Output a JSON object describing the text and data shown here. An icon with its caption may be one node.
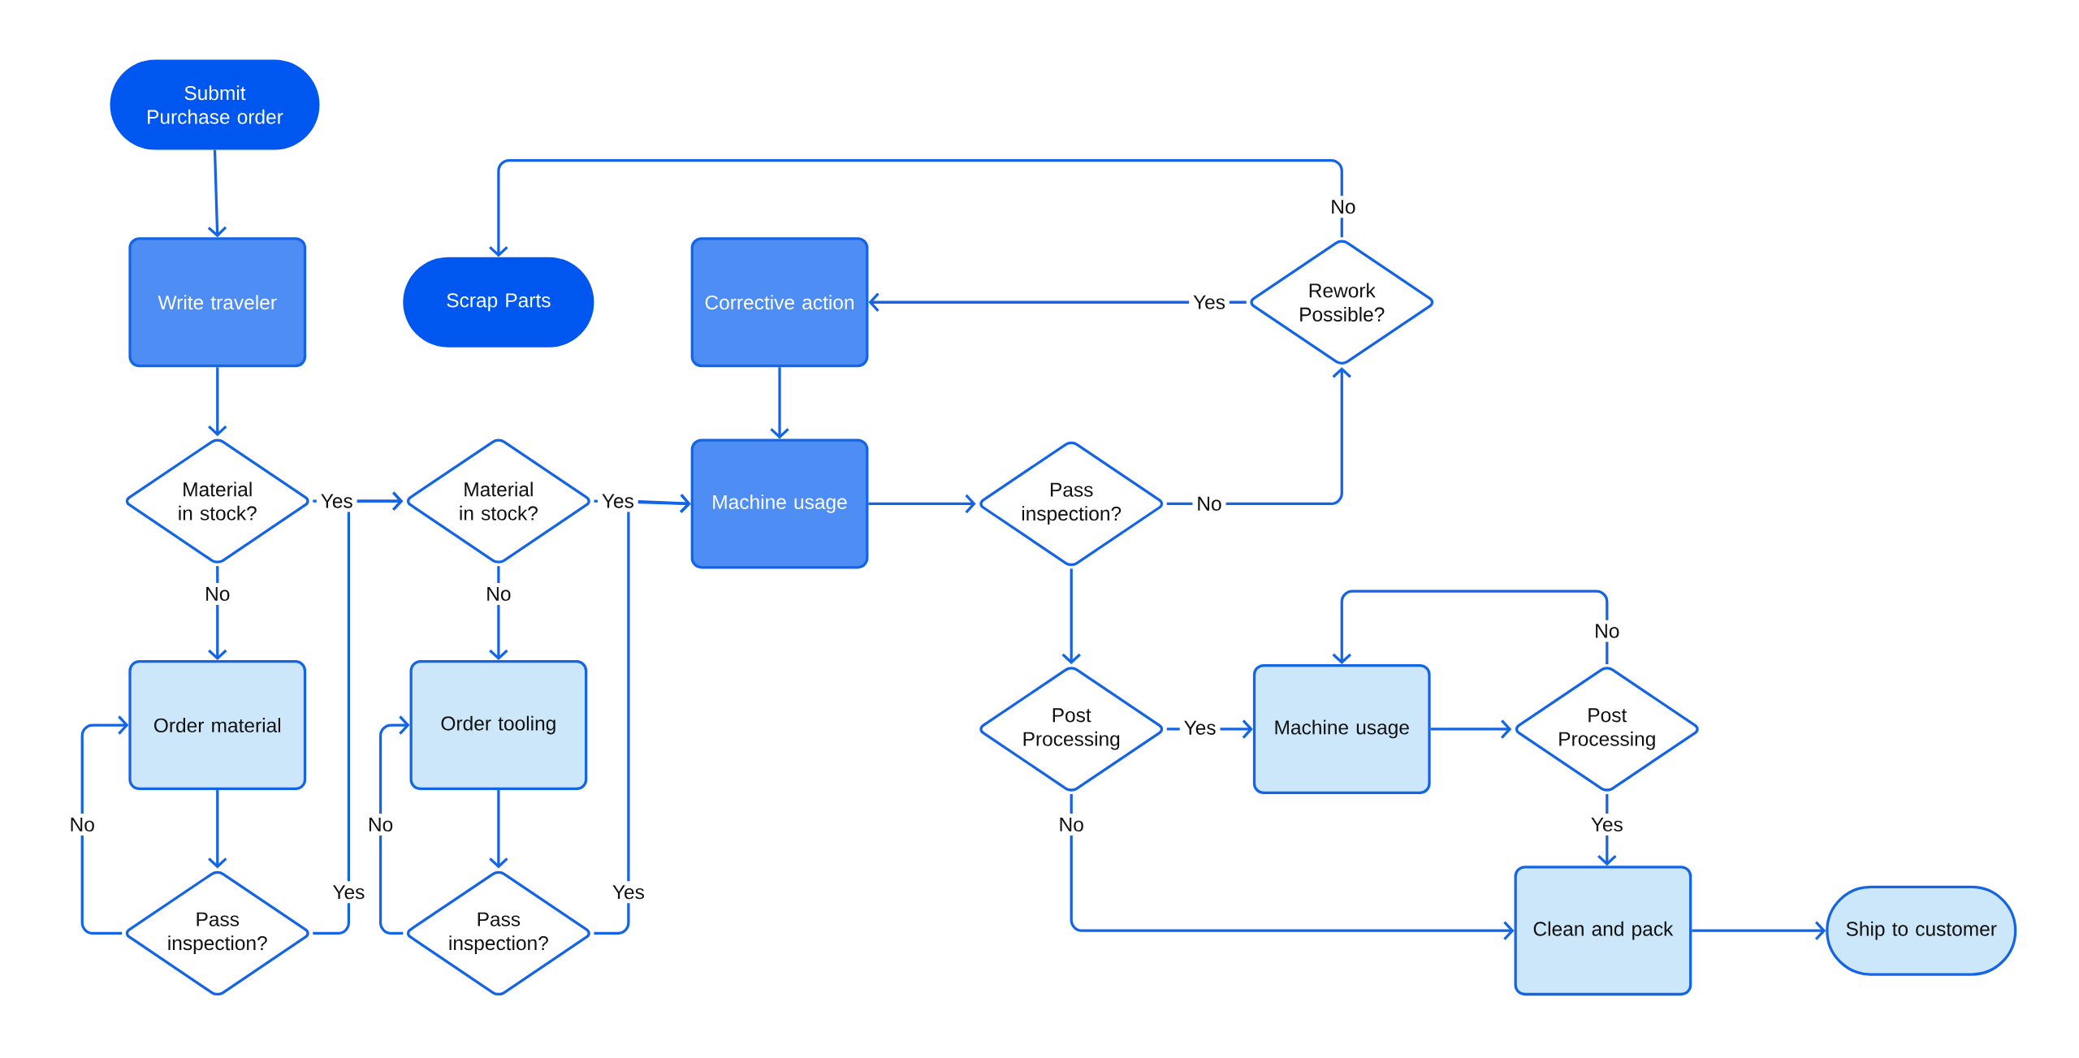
{
  "diagram": {
    "nodes": [
      {
        "text": [
          "Submit Purchase order"
        ]
      },
      {
        "text": [
          "Write traveler"
        ]
      },
      {
        "text": [
          "Scrap Parts"
        ]
      },
      {
        "text": [
          "Corrective action"
        ]
      },
      {
        "text": [
          "Rework Possible?"
        ]
      },
      {
        "text": [
          "Material in stock?"
        ]
      },
      {
        "text": [
          "Material in stock?"
        ]
      },
      {
        "text": [
          "Machine usage"
        ]
      },
      {
        "text": [
          "Pass inspection?"
        ]
      },
      {
        "text": [
          "Order material"
        ]
      },
      {
        "text": [
          "Order tooling"
        ]
      },
      {
        "text": [
          "Post Processing"
        ]
      },
      {
        "text": [
          "Machine usage"
        ]
      },
      {
        "text": [
          "Post Processing"
        ]
      },
      {
        "text": [
          "Pass inspection?"
        ]
      },
      {
        "text": [
          "Pass inspection?"
        ]
      },
      {
        "text": [
          "Clean and pack"
        ]
      },
      {
        "text": [
          "Ship to customer"
        ]
      }
    ],
    "edges": [
      {
        "from": 0,
        "to": 1,
        "arrow": "to"
      },
      {
        "from": 1,
        "to": 5,
        "arrow": "to"
      },
      {
        "from": 5,
        "to": 6,
        "arrow": "to",
        "label": "Yes"
      },
      {
        "from": 5,
        "to": 9,
        "arrow": "to",
        "label": "No"
      },
      {
        "from": 9,
        "to": 14,
        "arrow": "to"
      },
      {
        "from": 14,
        "to": 9,
        "arrow": "to",
        "label": "No"
      },
      {
        "from": 14,
        "to": 6,
        "arrow": "to",
        "label": "Yes"
      },
      {
        "from": 6,
        "to": 7,
        "arrow": "to",
        "label": "Yes"
      },
      {
        "from": 6,
        "to": 10,
        "arrow": "to",
        "label": "No"
      },
      {
        "from": 10,
        "to": 15,
        "arrow": "to"
      },
      {
        "from": 15,
        "to": 10,
        "arrow": "to",
        "label": "No"
      },
      {
        "from": 15,
        "to": 7,
        "arrow": "to",
        "label": "Yes"
      },
      {
        "from": 7,
        "to": 8,
        "arrow": "to"
      },
      {
        "from": 8,
        "to": 4,
        "arrow": "to",
        "label": "No"
      },
      {
        "from": 4,
        "to": 3,
        "arrow": "to",
        "label": "Yes"
      },
      {
        "from": 4,
        "to": 2,
        "arrow": "to",
        "label": "No"
      },
      {
        "from": 3,
        "to": 7,
        "arrow": "to"
      },
      {
        "from": 8,
        "to": 11,
        "arrow": "to"
      },
      {
        "from": 11,
        "to": 12,
        "arrow": "to",
        "label": "Yes"
      },
      {
        "from": 11,
        "to": 16,
        "arrow": "to",
        "label": "No"
      },
      {
        "from": 12,
        "to": 13,
        "arrow": "to"
      },
      {
        "from": 13,
        "to": 12,
        "arrow": "to",
        "label": "No"
      },
      {
        "from": 13,
        "to": 16,
        "arrow": "to",
        "label": "Yes"
      },
      {
        "from": 16,
        "to": 17,
        "arrow": "to"
      }
    ]
  }
}
